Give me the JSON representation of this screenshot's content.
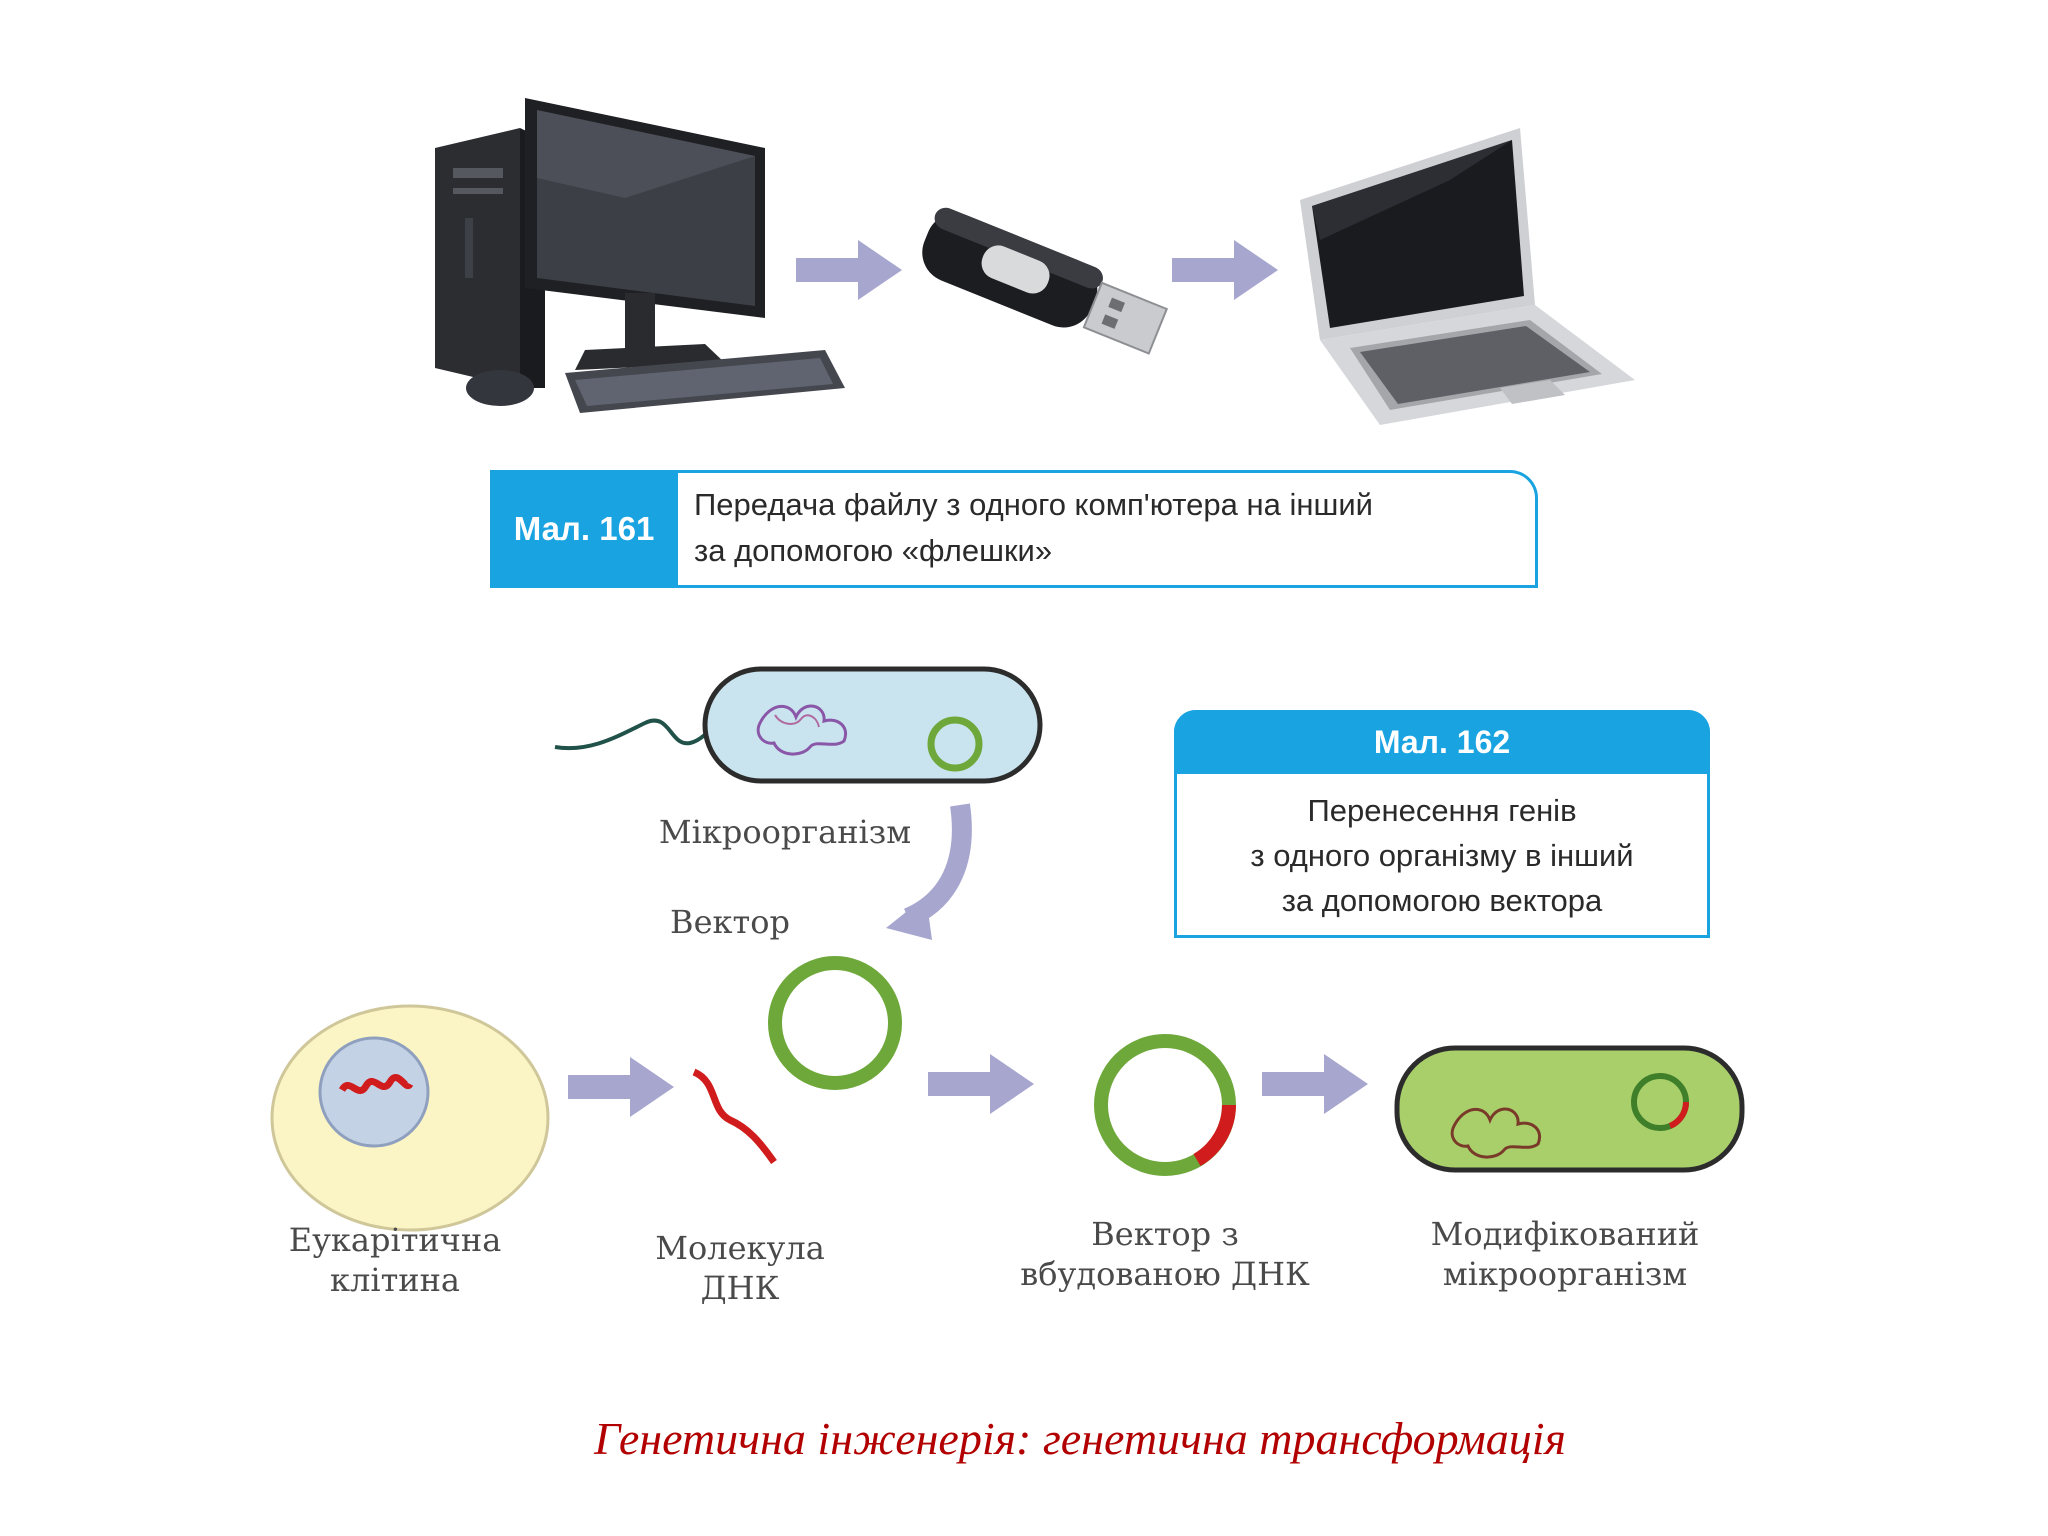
{
  "fig161": {
    "label": "Мал. 161",
    "caption_line1": "Передача файлу з одного комп'ютера на інший",
    "caption_line2": "за допомогою «флешки»"
  },
  "fig162": {
    "label": "Мал. 162",
    "caption_line1": "Перенесення генів",
    "caption_line2": "з одного організму в інший",
    "caption_line3": "за допомогою вектора"
  },
  "labels": {
    "microorganism": "Мікроорганізм",
    "vector": "Вектор",
    "eukaryotic_line1": "Еукарітична",
    "eukaryotic_line2": "клітина",
    "dna_line1": "Молекула",
    "dna_line2": "ДНК",
    "vector_dna_line1": "Вектор з",
    "vector_dna_line2": "вбудованою ДНК",
    "modified_line1": "Модифікований",
    "modified_line2": "мікроорганізм"
  },
  "footer": "Генетична інженерія: генетична трансформація",
  "colors": {
    "accent_blue": "#1aa3e1",
    "arrow": "#a7a6cf",
    "plasmid_green": "#6ea83a",
    "dna_red": "#d01c1c",
    "footer_red": "#b20000"
  },
  "icons": [
    "desktop-computer-icon",
    "usb-flash-drive-icon",
    "laptop-icon"
  ]
}
